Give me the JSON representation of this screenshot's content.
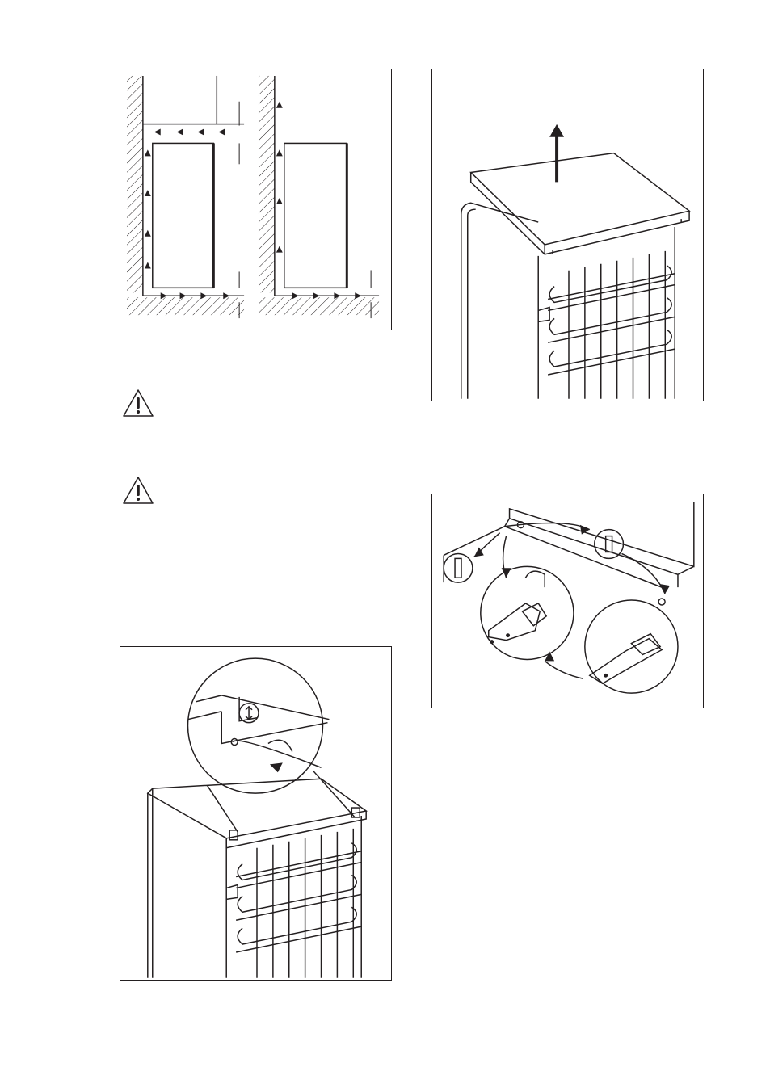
{
  "page": {
    "figures": [
      {
        "id": "ventilation",
        "icon": "ventilation-airflow-diagram"
      },
      {
        "id": "top-cover",
        "icon": "remove-top-cover-diagram"
      },
      {
        "id": "hinge",
        "icon": "hinge-swap-diagram"
      },
      {
        "id": "screw",
        "icon": "top-screw-adjust-diagram"
      }
    ],
    "warnings": [
      {
        "icon": "warning-triangle-icon"
      },
      {
        "icon": "warning-triangle-icon"
      }
    ],
    "colors": {
      "line": "#231f20",
      "background": "#ffffff"
    }
  }
}
